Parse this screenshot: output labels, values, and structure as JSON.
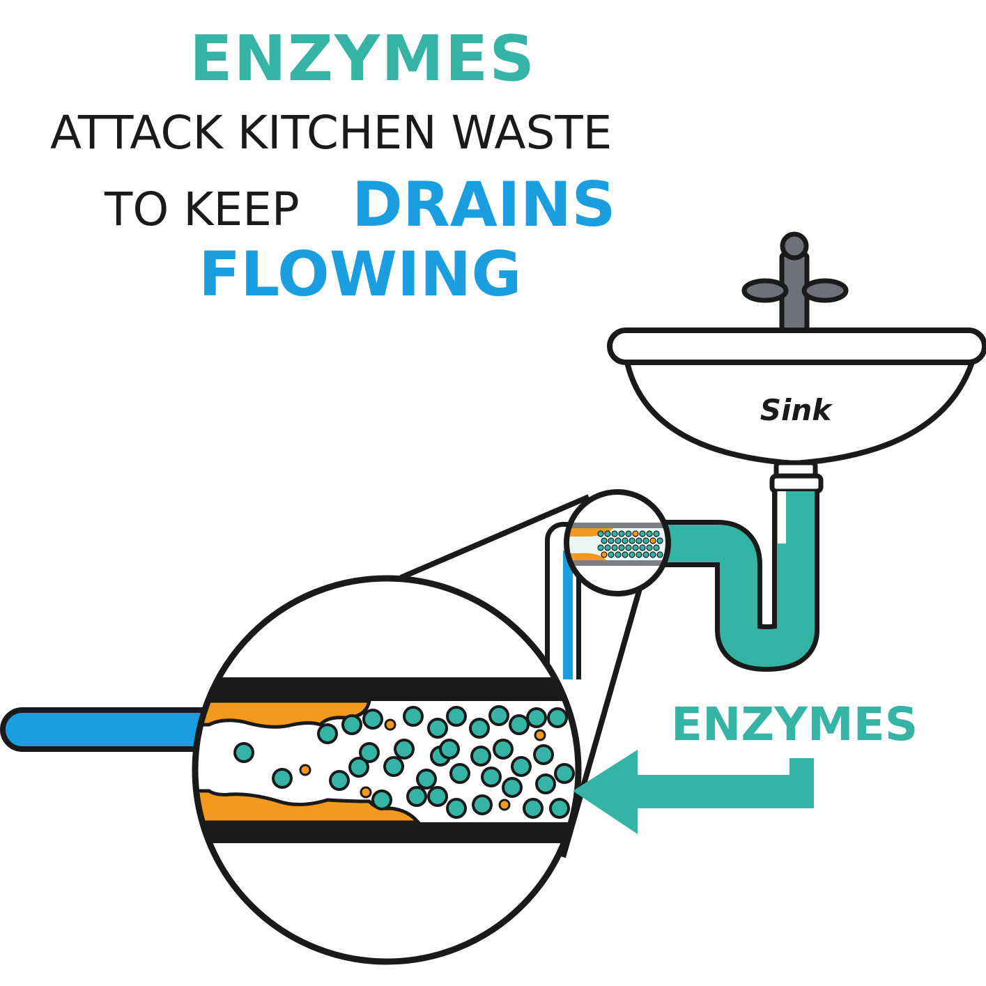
{
  "headline": {
    "word1": "ENZYMES",
    "line2": "ATTACK KITCHEN WASTE",
    "line3_prefix": "TO KEEP",
    "line3_highlight": "DRAINS",
    "line4": "FLOWING"
  },
  "diagram": {
    "sink_label": "Sink",
    "enzymes_label": "ENZYMES"
  },
  "colors": {
    "teal": "#35b3a4",
    "blue": "#1a9ee0",
    "orange": "#f39a1e",
    "outline": "#1a1a1a",
    "faucet": "#6e7278"
  }
}
